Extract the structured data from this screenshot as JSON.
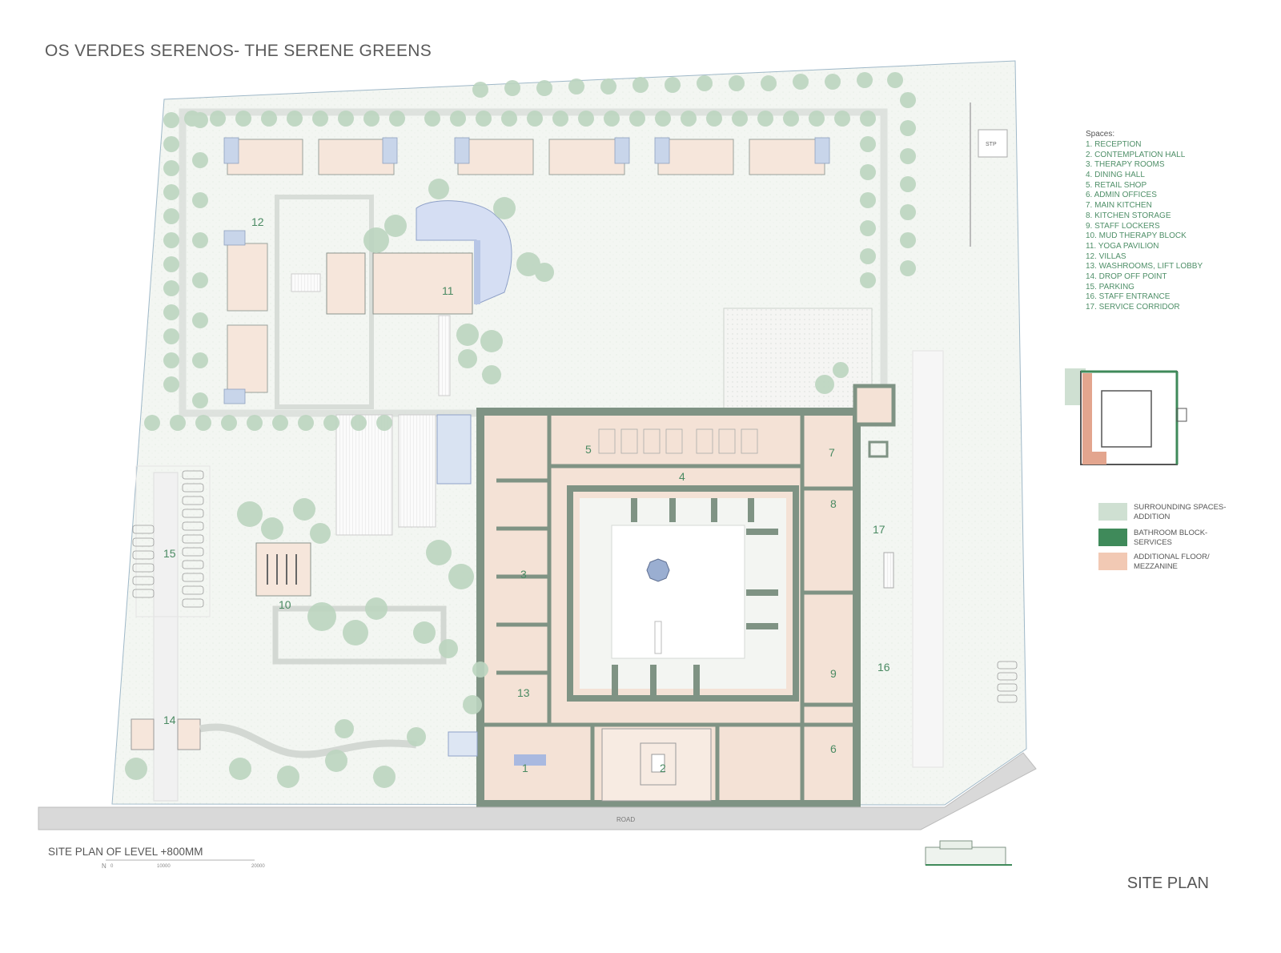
{
  "title": "OS VERDES SERENOS- THE SERENE GREENS",
  "legend": {
    "heading": "Spaces:",
    "items": [
      "1. RECEPTION",
      "2. CONTEMPLATION HALL",
      "3. THERAPY ROOMS",
      "4. DINING HALL",
      "5. RETAIL SHOP",
      "6. ADMIN OFFICES",
      "7. MAIN KITCHEN",
      "8. KITCHEN STORAGE",
      "9. STAFF LOCKERS",
      "10. MUD THERAPY BLOCK",
      "11. YOGA PAVILION",
      "12. VILLAS",
      "13. WASHROOMS, LIFT LOBBY",
      "14. DROP OFF POINT",
      "15. PARKING",
      "16. STAFF ENTRANCE",
      "17. SERVICE CORRIDOR"
    ]
  },
  "key": {
    "surrounding": {
      "label1": "SURROUNDING SPACES-",
      "label2": "ADDITION",
      "color": "#cfe0d2"
    },
    "bathroom": {
      "label1": "BATHROOM BLOCK-",
      "label2": "SERVICES",
      "color": "#3f8a5a"
    },
    "additional": {
      "label1": "ADDITIONAL FLOOR/",
      "label2": "MEZZANINE",
      "color": "#f2c9b4"
    }
  },
  "labels": {
    "stp": "STP",
    "road": "ROAD",
    "n1": "1",
    "n2": "2",
    "n3": "3",
    "n4": "4",
    "n5": "5",
    "n6": "6",
    "n7": "7",
    "n8": "8",
    "n9": "9",
    "n10": "10",
    "n11": "11",
    "n12": "12",
    "n13": "13",
    "n14": "14",
    "n15": "15",
    "n16": "16",
    "n17": "17"
  },
  "scale": {
    "north": "N",
    "zero": "0",
    "mid": "10000",
    "end": "20000"
  },
  "caption": "SITE PLAN OF LEVEL +800MM",
  "sheet_title": "SITE PLAN",
  "colors": {
    "wall": "#7f9384",
    "floor": "#f4e2d6",
    "green": "#4a8a62",
    "tree": "#b9d4bd",
    "ground": "#f4f7f3"
  }
}
